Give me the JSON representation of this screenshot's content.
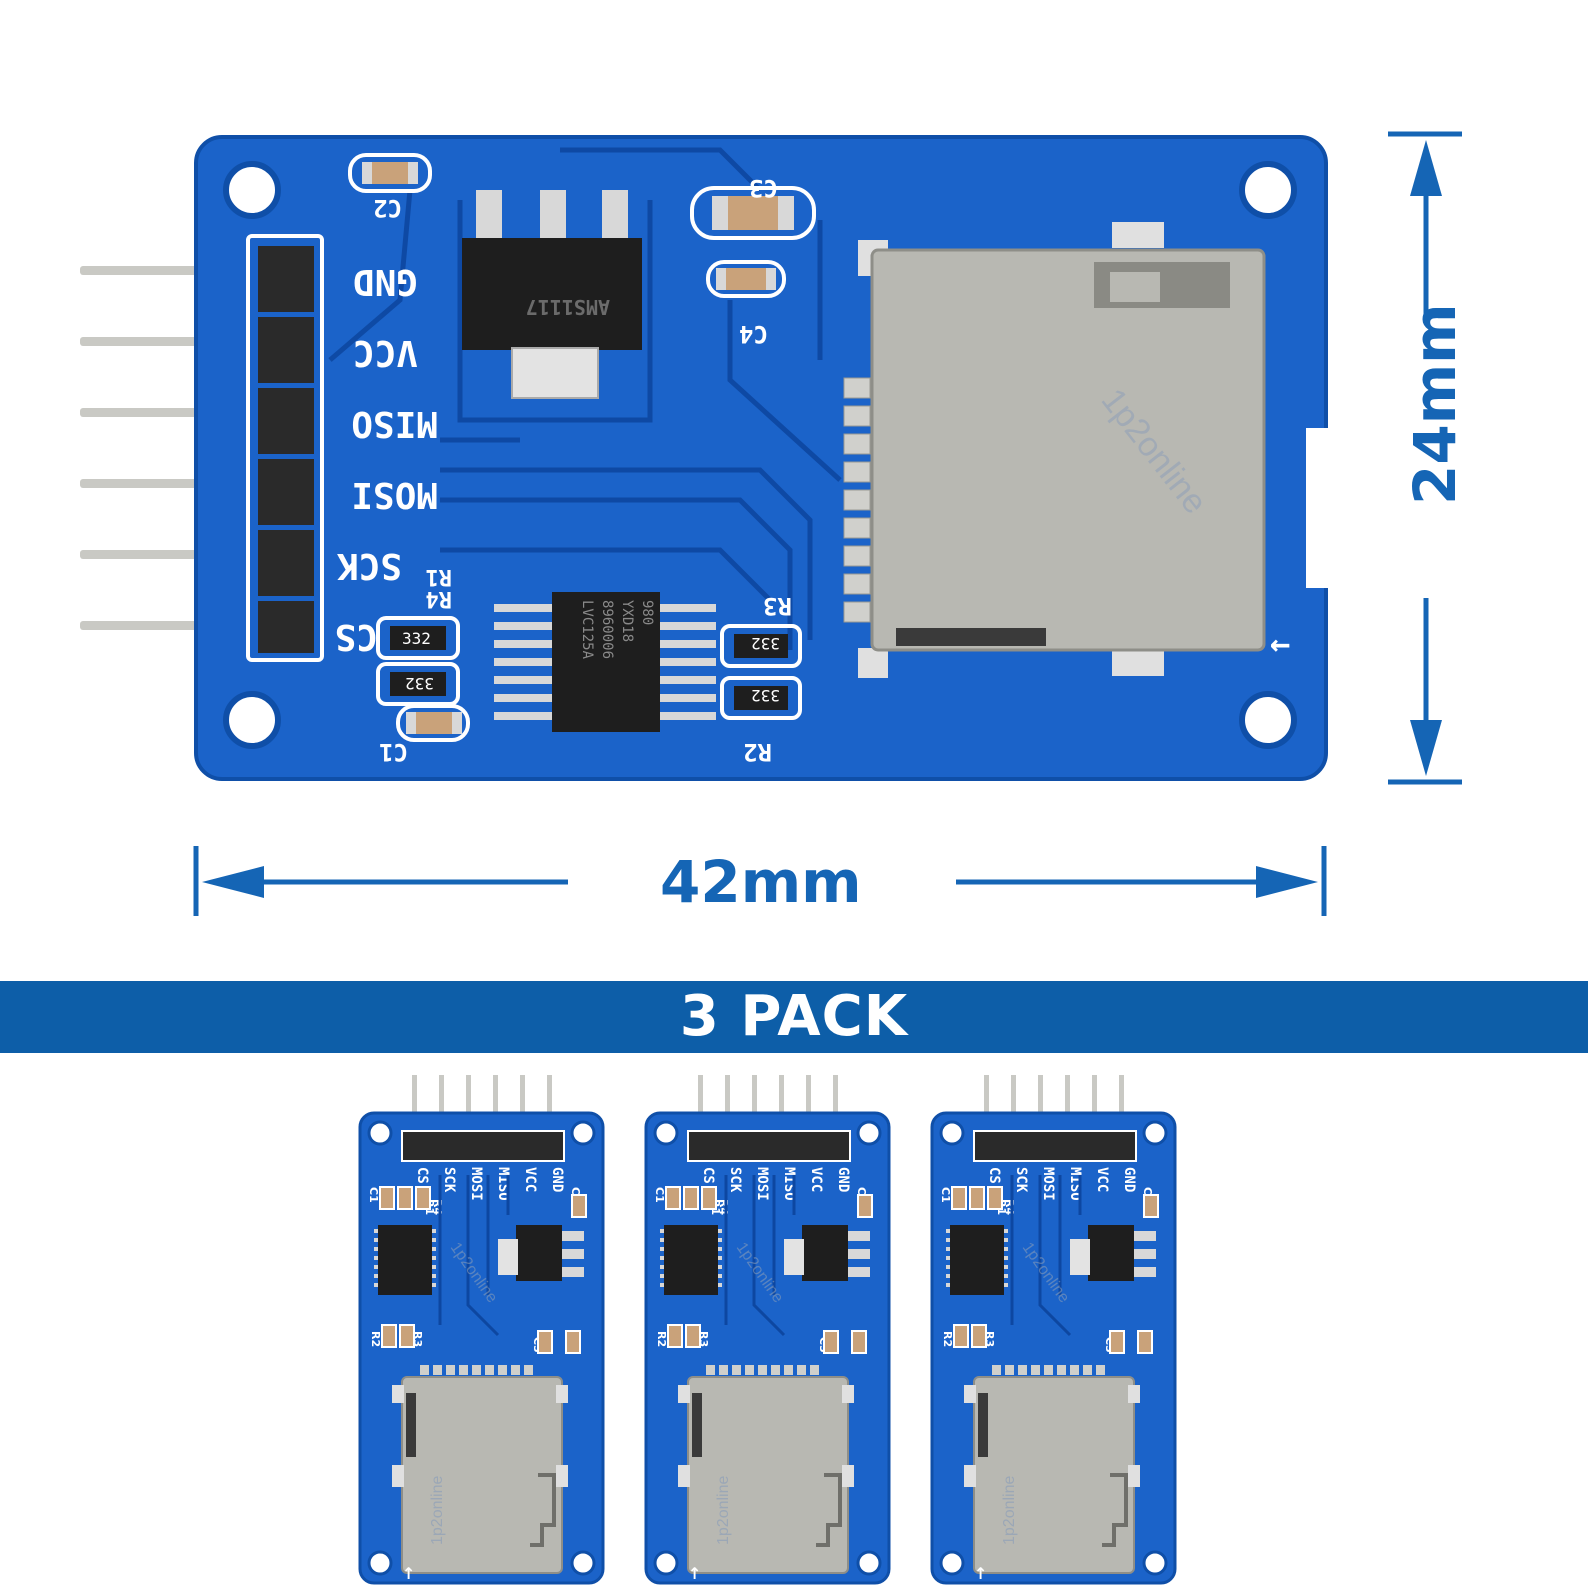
{
  "module": {
    "pin_labels": [
      "GND",
      "VCC",
      "MISO",
      "MOSI",
      "SCK",
      "CS"
    ],
    "component_labels": [
      "C1",
      "C2",
      "C3",
      "C4",
      "R1",
      "R2",
      "R3",
      "R4"
    ],
    "resistor_marks": [
      "332",
      "332",
      "332",
      "332"
    ],
    "regulator_marking": "AMS1117",
    "ic_marking": "LVC125A",
    "ic_code_1": "8960006",
    "ic_code_2": "YXD18",
    "ic_code_3": "980",
    "watermark": "1p2online",
    "insert_arrow": "←"
  },
  "dimensions": {
    "width": "42mm",
    "height": "24mm"
  },
  "banner": {
    "label": "3 PACK"
  },
  "pack": {
    "count": 3,
    "mini_pin_labels": [
      "CS",
      "SCK",
      "MOSI",
      "MISO",
      "VCC",
      "GND"
    ],
    "mini_cap_labels": [
      "C1",
      "C2",
      "C3",
      "C4"
    ],
    "mini_res_labels": [
      "R1",
      "R2",
      "R3",
      "R4"
    ],
    "arrow": "↑"
  },
  "colors": {
    "pcb_blue": "#1b63c9",
    "pcb_edge": "#0f4fa8",
    "dimension_blue": "#1565b5",
    "banner_blue": "#0d5ea8",
    "metal": "#b8b8b2"
  }
}
